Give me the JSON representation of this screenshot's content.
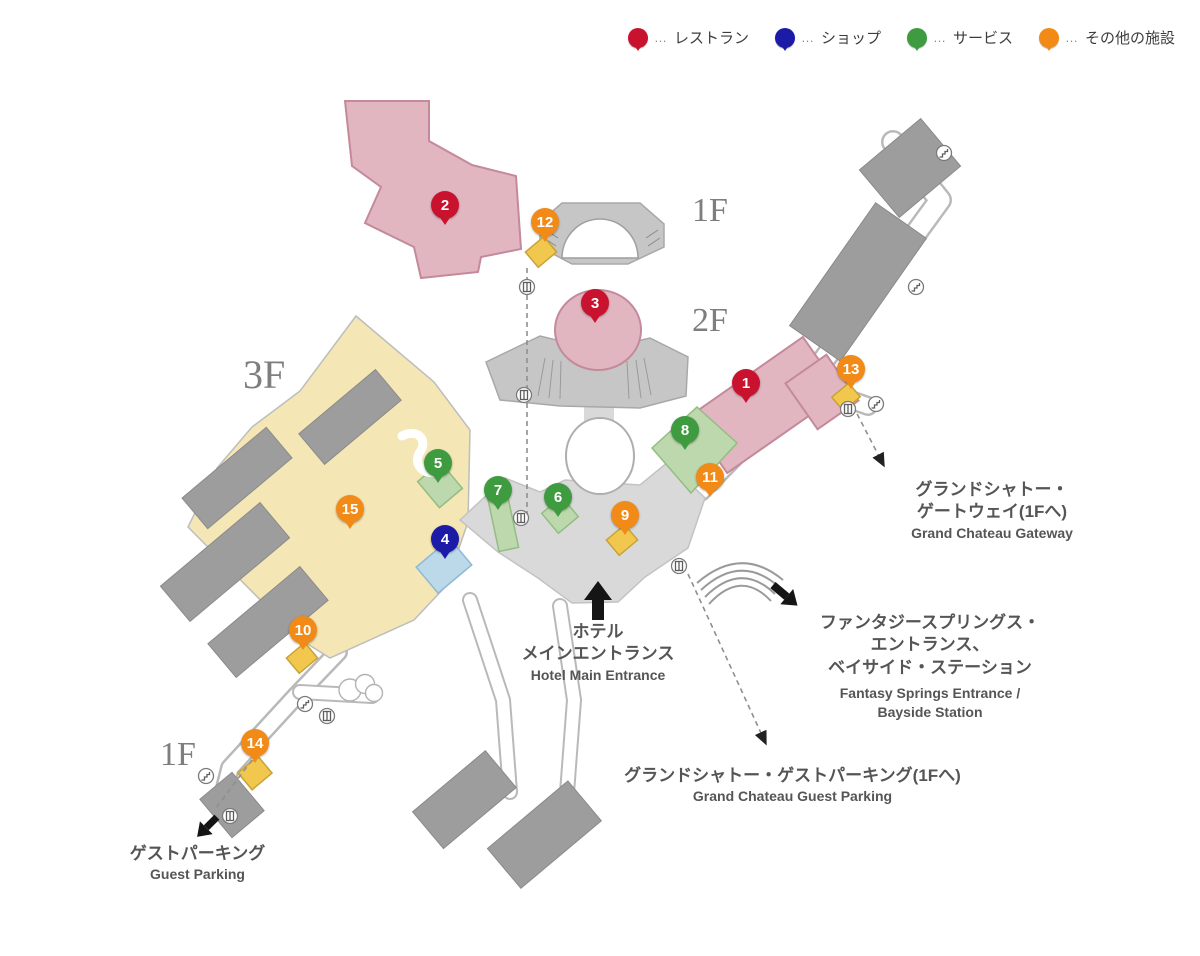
{
  "colors": {
    "restaurant": "#c9132e",
    "shop": "#1c1ba7",
    "service": "#3f9b40",
    "other": "#f28a18",
    "building_pink": "#e2b6c1",
    "area_cream": "#f4e6b5",
    "area_green": "#bdd8ad",
    "area_blue": "#bcd9ea",
    "marker_gold": "#f1c84d",
    "building_gray": "#9d9d9d",
    "text_gray": "#555555"
  },
  "legend": {
    "separator": "…",
    "items": [
      {
        "type": "restaurant",
        "label": "レストラン"
      },
      {
        "type": "shop",
        "label": "ショップ"
      },
      {
        "type": "service",
        "label": "サービス"
      },
      {
        "type": "other",
        "label": "その他の施設"
      }
    ]
  },
  "floor_labels": [
    {
      "text": "1F"
    },
    {
      "text": "2F"
    },
    {
      "text": "3F"
    },
    {
      "text": "1F"
    }
  ],
  "pins": [
    {
      "number": "1",
      "type": "restaurant"
    },
    {
      "number": "2",
      "type": "restaurant"
    },
    {
      "number": "3",
      "type": "restaurant"
    },
    {
      "number": "4",
      "type": "shop"
    },
    {
      "number": "5",
      "type": "service"
    },
    {
      "number": "6",
      "type": "service"
    },
    {
      "number": "7",
      "type": "service"
    },
    {
      "number": "8",
      "type": "service"
    },
    {
      "number": "9",
      "type": "other"
    },
    {
      "number": "10",
      "type": "other"
    },
    {
      "number": "11",
      "type": "other"
    },
    {
      "number": "12",
      "type": "other"
    },
    {
      "number": "13",
      "type": "other"
    },
    {
      "number": "14",
      "type": "other"
    },
    {
      "number": "15",
      "type": "other"
    }
  ],
  "annotations": {
    "gateway": {
      "jp_line1": "グランドシャトー・",
      "jp_line2": "ゲートウェイ(1Fへ)",
      "en": "Grand Chateau Gateway"
    },
    "main_entrance": {
      "jp_line1": "ホテル",
      "jp_line2": "メインエントランス",
      "en": "Hotel Main Entrance"
    },
    "fantasy_springs": {
      "jp_line1": "ファンタジースプリングス・",
      "jp_line2": "エントランス、",
      "jp_line3": "ベイサイド・ステーション",
      "en_line1": "Fantasy Springs Entrance /",
      "en_line2": "Bayside Station"
    },
    "chateau_parking": {
      "jp": "グランドシャトー・ゲストパーキング(1Fへ)",
      "en": "Grand Chateau Guest Parking"
    },
    "guest_parking": {
      "jp": "ゲストパーキング",
      "en": "Guest Parking"
    }
  },
  "facility_icons": [
    "elevator-icon",
    "stairs-icon"
  ]
}
